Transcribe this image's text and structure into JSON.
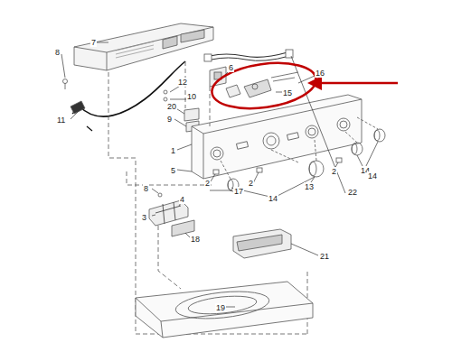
{
  "diagram": {
    "labels": [
      "7",
      "8",
      "22",
      "6",
      "12",
      "10",
      "11",
      "20",
      "9",
      "16",
      "15",
      "1",
      "5",
      "2",
      "2",
      "2",
      "14",
      "14",
      "14",
      "13",
      "17",
      "8",
      "4",
      "3",
      "18",
      "21",
      "19"
    ]
  }
}
